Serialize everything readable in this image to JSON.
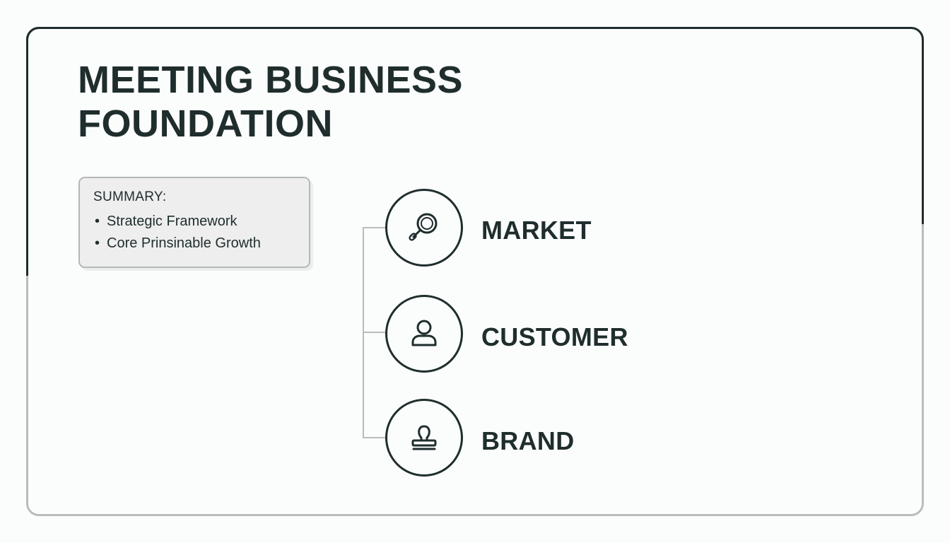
{
  "title_line1": "MEETING BUSINESS",
  "title_line2": "FOUNDATION",
  "summary": {
    "heading": "SUMMARY:",
    "items": [
      "Strategic Framework",
      "Core Prinsinable Growth"
    ]
  },
  "nodes": [
    {
      "label": "MARKET",
      "icon": "magnifier-icon"
    },
    {
      "label": "CUSTOMER",
      "icon": "person-icon"
    },
    {
      "label": "BRAND",
      "icon": "stamp-icon"
    }
  ],
  "colors": {
    "ink": "#1f2d2d",
    "frame_light": "#b9bcbc",
    "summary_bg": "#eeeeee",
    "background": "#fbfcfc"
  }
}
